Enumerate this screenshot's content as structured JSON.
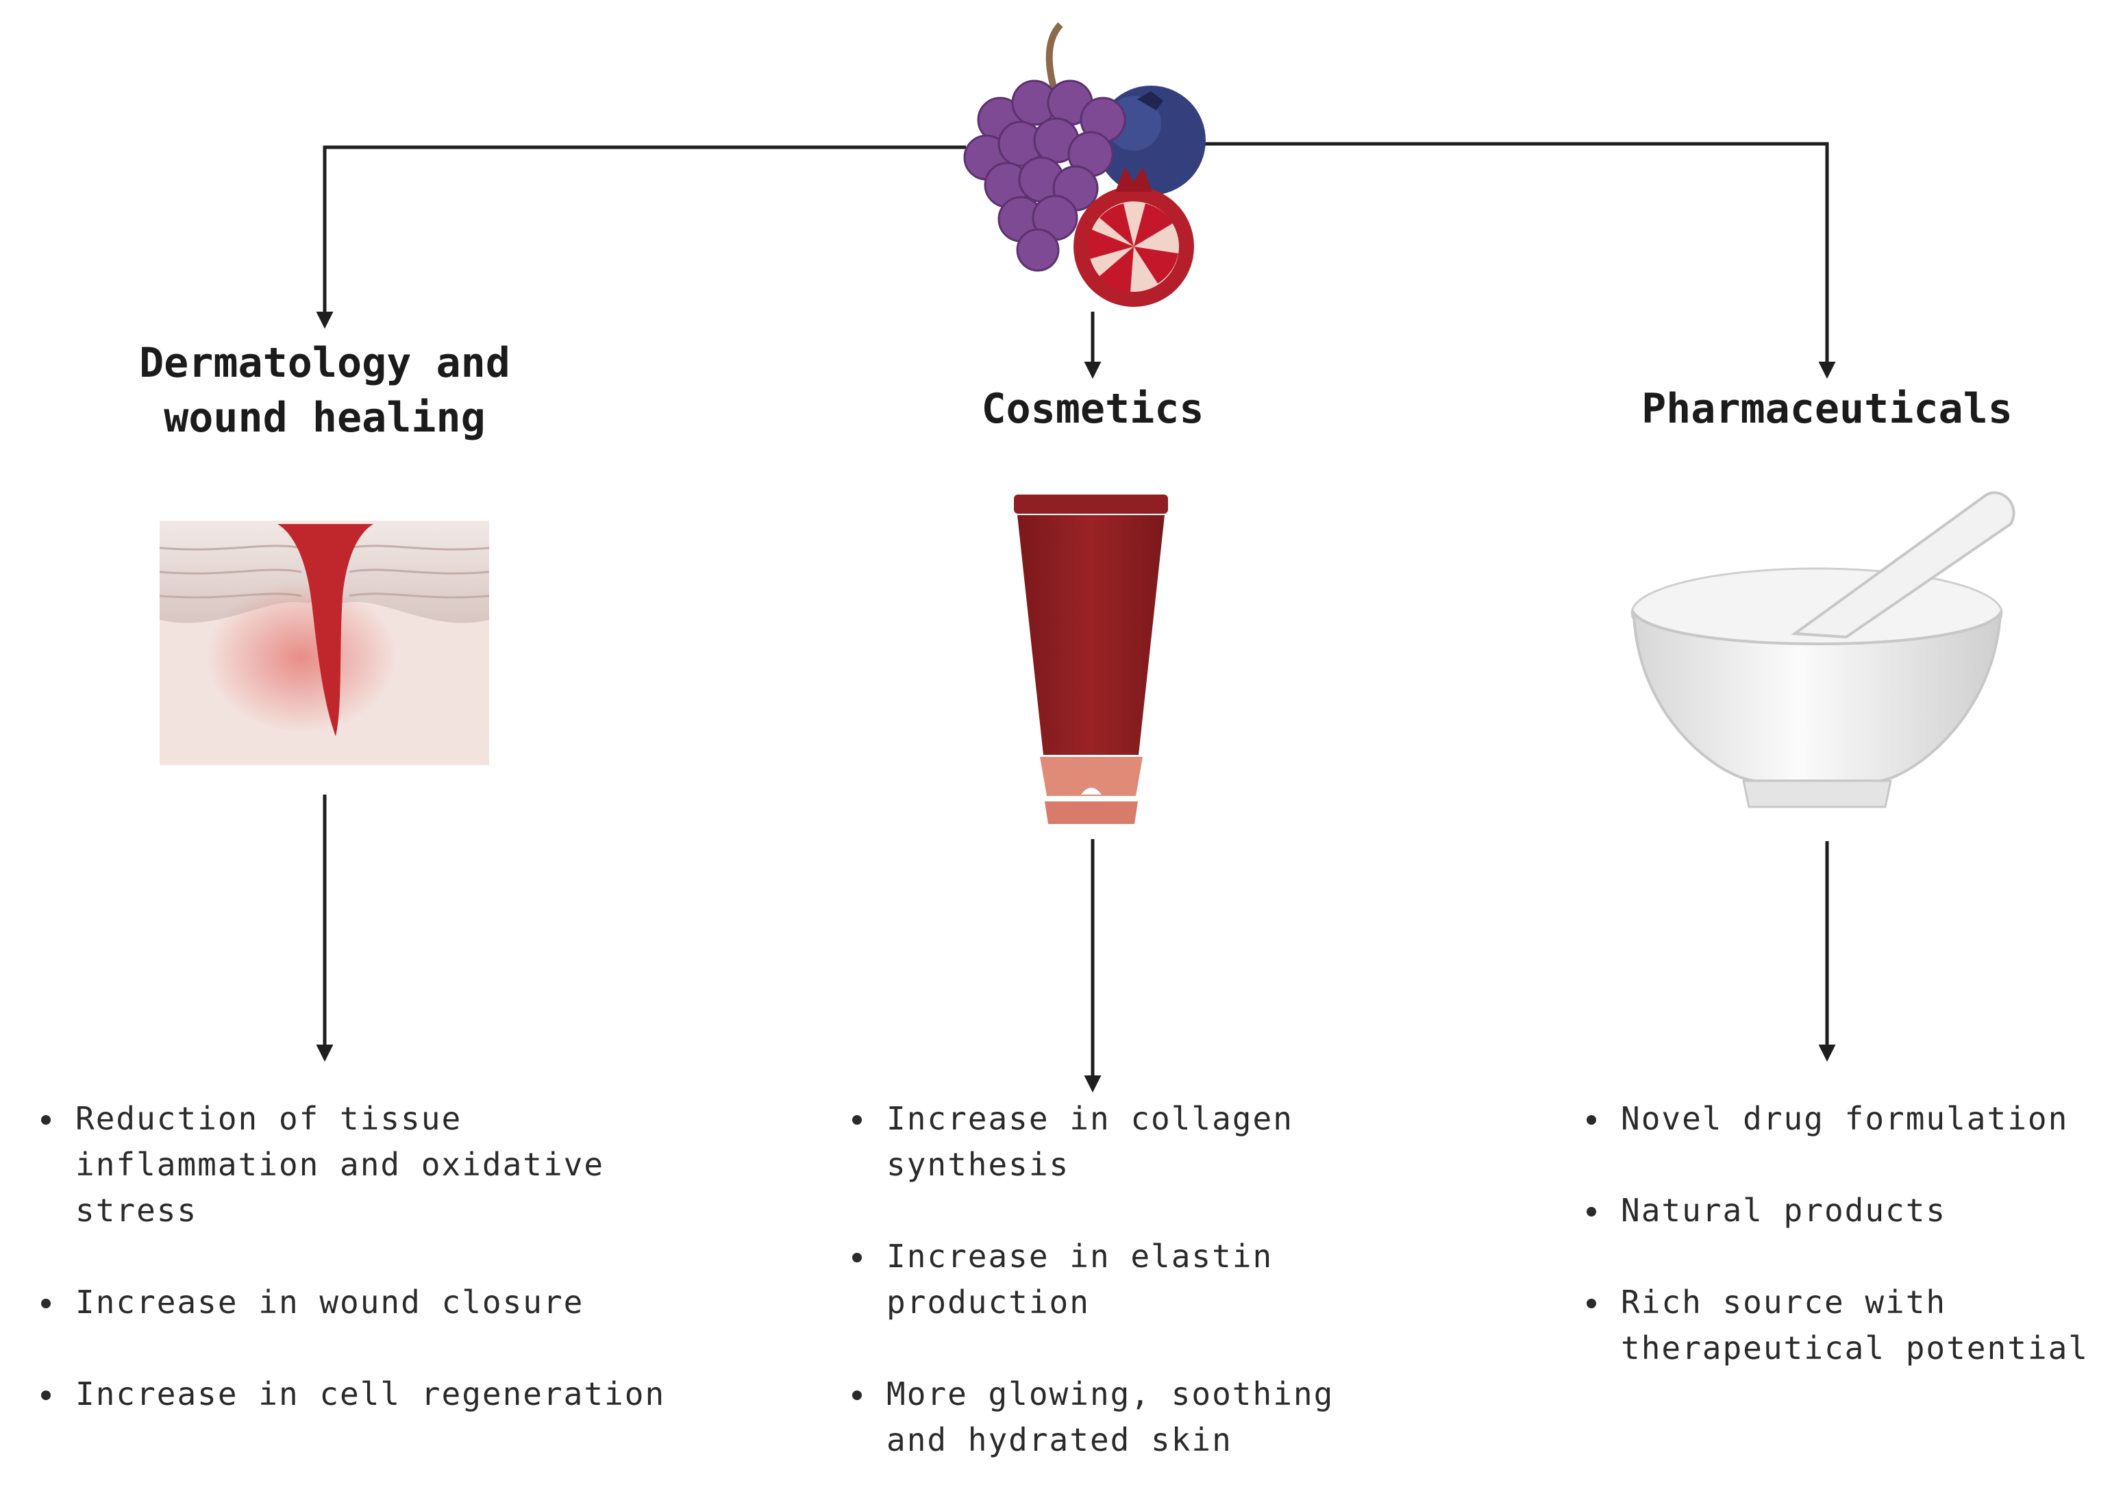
{
  "center_icon": "fruits-icon",
  "colors": {
    "line": "#1e1e1e",
    "wound": "#c0272d",
    "tube": "#8f1f22",
    "tube_cap": "#e08a78",
    "mortar": "#e9e9e9"
  },
  "columns": [
    {
      "id": "dermatology",
      "title_lines": [
        "Dermatology and",
        "wound healing"
      ],
      "icon": "skin-wound-icon",
      "bullets": [
        [
          "Reduction of tissue",
          "inflammation and oxidative",
          "stress"
        ],
        [
          "Increase in wound closure"
        ],
        [
          "Increase in cell regeneration"
        ]
      ]
    },
    {
      "id": "cosmetics",
      "title_lines": [
        "Cosmetics"
      ],
      "icon": "cream-tube-icon",
      "bullets": [
        [
          "Increase in collagen",
          "synthesis"
        ],
        [
          "Increase in elastin",
          "production"
        ],
        [
          "More glowing, soothing",
          "and hydrated skin"
        ]
      ]
    },
    {
      "id": "pharmaceuticals",
      "title_lines": [
        "Pharmaceuticals"
      ],
      "icon": "mortar-pestle-icon",
      "bullets": [
        [
          "Novel drug formulation"
        ],
        [
          "Natural products"
        ],
        [
          "Rich source with",
          "therapeutical potential"
        ]
      ]
    }
  ]
}
